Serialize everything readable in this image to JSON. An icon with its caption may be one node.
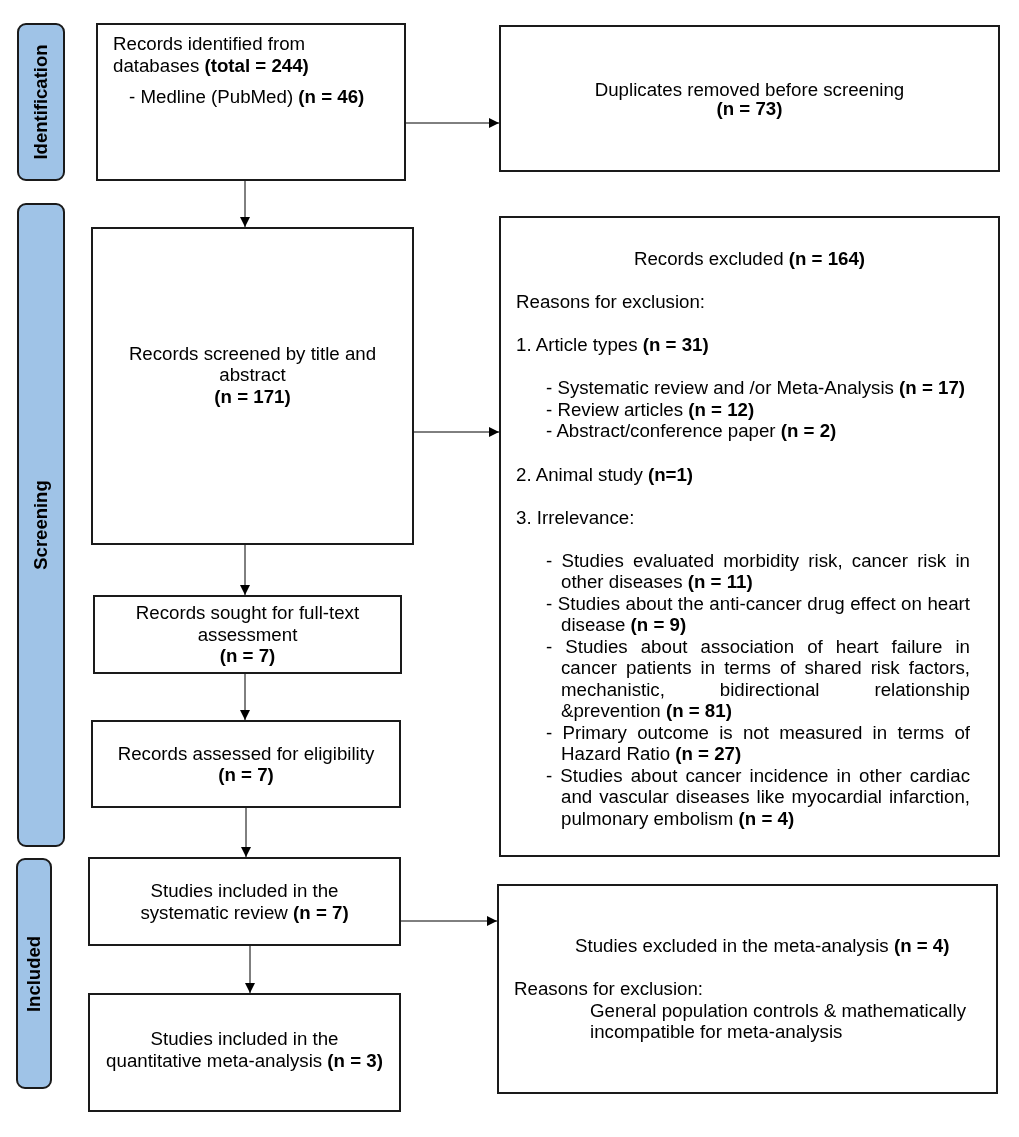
{
  "diagram": {
    "nodes": [
      {
        "text": [
          "Identification"
        ]
      },
      {
        "text": [
          "Records identified from databases **(total = 244)**",
          "- Medline (PubMed) **(n = 46)**"
        ]
      },
      {
        "text": [
          "Duplicates removed before screening",
          "(n = 73)"
        ]
      },
      {
        "text": [
          "Screening"
        ]
      },
      {
        "text": [
          "Records screened by title and abstract",
          "(n = 171)"
        ]
      },
      {
        "text": [
          "Records excluded **(n = 164)**",
          "Reasons for exclusion:",
          "1. Article types **(n = 31)**",
          "- Systematic review and /or Meta-Analysis **(n = 17)**",
          "- Review articles **(n = 12)**",
          "- Abstract/conference paper **(n = 2)**",
          "2. Animal study **(n=1)**",
          "3. Irrelevance:",
          "- Studies evaluated morbidity risk, cancer risk in other diseases **(n = 11)**",
          "- Studies about the anti-cancer drug effect on heart disease **(n = 9)**",
          "- Studies about association of heart failure in cancer patients in terms of shared risk factors, mechanistic, bidirectional relationship &prevention **(n = 81)**",
          "- Primary outcome is not measured in terms of Hazard Ratio **(n = 27)**",
          "- Studies about cancer incidence in other cardiac and vascular diseases like myocardial infarction, pulmonary embolism **(n = 4)**"
        ]
      },
      {
        "text": [
          "Records sought for full-text assessment",
          "(n = 7)"
        ]
      },
      {
        "text": [
          "Records assessed for eligibility",
          "(n = 7)"
        ]
      },
      {
        "text": [
          "Included"
        ]
      },
      {
        "text": [
          "Studies included in the systematic review **(n = 7)**"
        ]
      },
      {
        "text": [
          "Studies excluded in the meta-analysis **(n = 4)**",
          "Reasons for exclusion:",
          "General population controls & mathematically incompatible for meta-analysis"
        ]
      },
      {
        "text": [
          "Studies included in the quantitative meta-analysis **(n = 3)**"
        ]
      }
    ],
    "edges": [
      {
        "from": 1,
        "to": 2,
        "arrow": "to"
      },
      {
        "from": 1,
        "to": 4,
        "arrow": "to"
      },
      {
        "from": 4,
        "to": 5,
        "arrow": "to"
      },
      {
        "from": 4,
        "to": 6,
        "arrow": "to"
      },
      {
        "from": 6,
        "to": 7,
        "arrow": "to"
      },
      {
        "from": 7,
        "to": 9,
        "arrow": "to"
      },
      {
        "from": 9,
        "to": 11,
        "arrow": "to"
      },
      {
        "from": 9,
        "to": 10,
        "arrow": "to"
      }
    ]
  }
}
